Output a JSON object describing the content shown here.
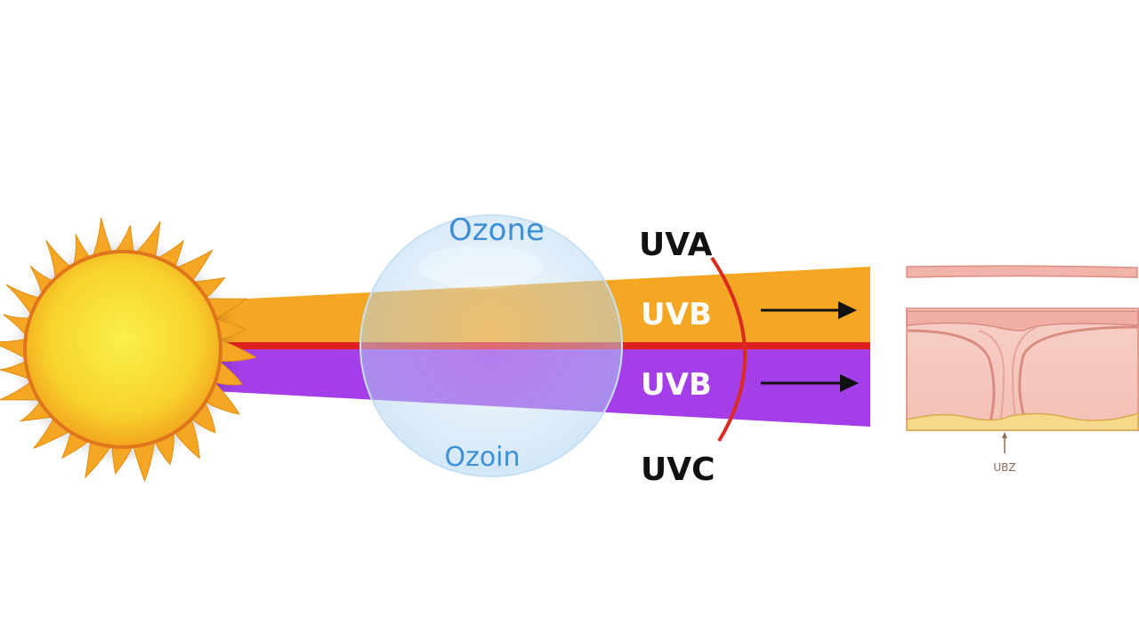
{
  "labels": {
    "ozone_top": "Ozone",
    "ozone_bottom": "Ozoin",
    "uva": "UVA",
    "uvb_upper": "UVB",
    "uvb_lower": "UVB",
    "uvc": "UVC",
    "skin_caption": "UBZ"
  },
  "colors": {
    "sun_outer": "#f5a623",
    "sun_inner": "#f8e63a",
    "uv_orange": "#f5a623",
    "uv_purple": "#a33ee8",
    "uv_red_line": "#e02020",
    "ozone_tint": "#9fc8ec",
    "skin": "#f6c7be",
    "skin_fat": "#f6d98a"
  }
}
